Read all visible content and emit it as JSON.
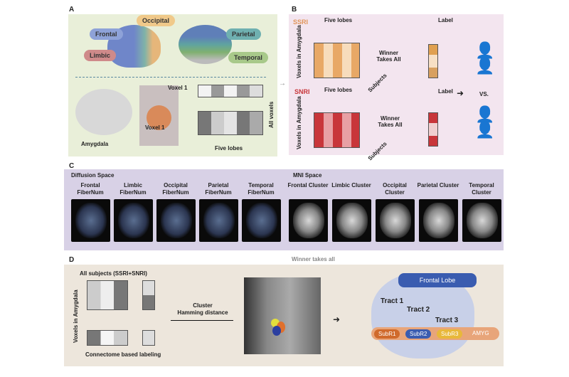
{
  "panels": {
    "a": "A",
    "b": "B",
    "c": "C",
    "d": "D"
  },
  "panel_a": {
    "lobes": [
      "Frontal",
      "Occipital",
      "Parietal",
      "Limbic",
      "Temporal"
    ],
    "voxel": "Voxel 1",
    "voxel2": "Voxel 1",
    "amygdala": "Amygdala",
    "all_voxels": "All voxels",
    "five_lobes": "Five lobes"
  },
  "panel_b": {
    "ssri": "SSRI",
    "snri": "SNRI",
    "five_lobes": "Five lobes",
    "five_lobes2": "Five lobes",
    "voxels": "Voxels in Amygdala",
    "winner": "Winner Takes All",
    "subjects": "Subjects",
    "label": "Label",
    "vs": "VS."
  },
  "panel_c": {
    "diffusion": "Diffusion Space",
    "mni": "MNI Space",
    "fiber": [
      "Frontal FiberNum",
      "Limbic FiberNum",
      "Occipital FiberNum",
      "Parietal FiberNum",
      "Temporal FiberNum"
    ],
    "cluster": [
      "Frontal Cluster",
      "Limbic Cluster",
      "Occipital Cluster",
      "Parietal Cluster",
      "Temporal Cluster"
    ],
    "winner": "Winner takes all"
  },
  "panel_d": {
    "all_subjects": "All subjects (SSRI+SNRI)",
    "voxels": "Voxels in Amygdala",
    "labeling": "Connectome based labeling",
    "cluster": "Cluster",
    "hamming": "Hamming distance",
    "frontal_lobe": "Frontal Lobe",
    "tracts": [
      "Tract 1",
      "Tract 2",
      "Tract 3"
    ],
    "subr": [
      "SubR1",
      "SubR2",
      "SubR3"
    ],
    "amyg": "AMYG"
  },
  "colors": {
    "panel_a": "#e9efd9",
    "panel_b": "#f3e5ef",
    "panel_c": "#d8d1e6",
    "panel_d": "#ede6dc",
    "ssri": "#e0955a",
    "snri": "#c8363a"
  }
}
